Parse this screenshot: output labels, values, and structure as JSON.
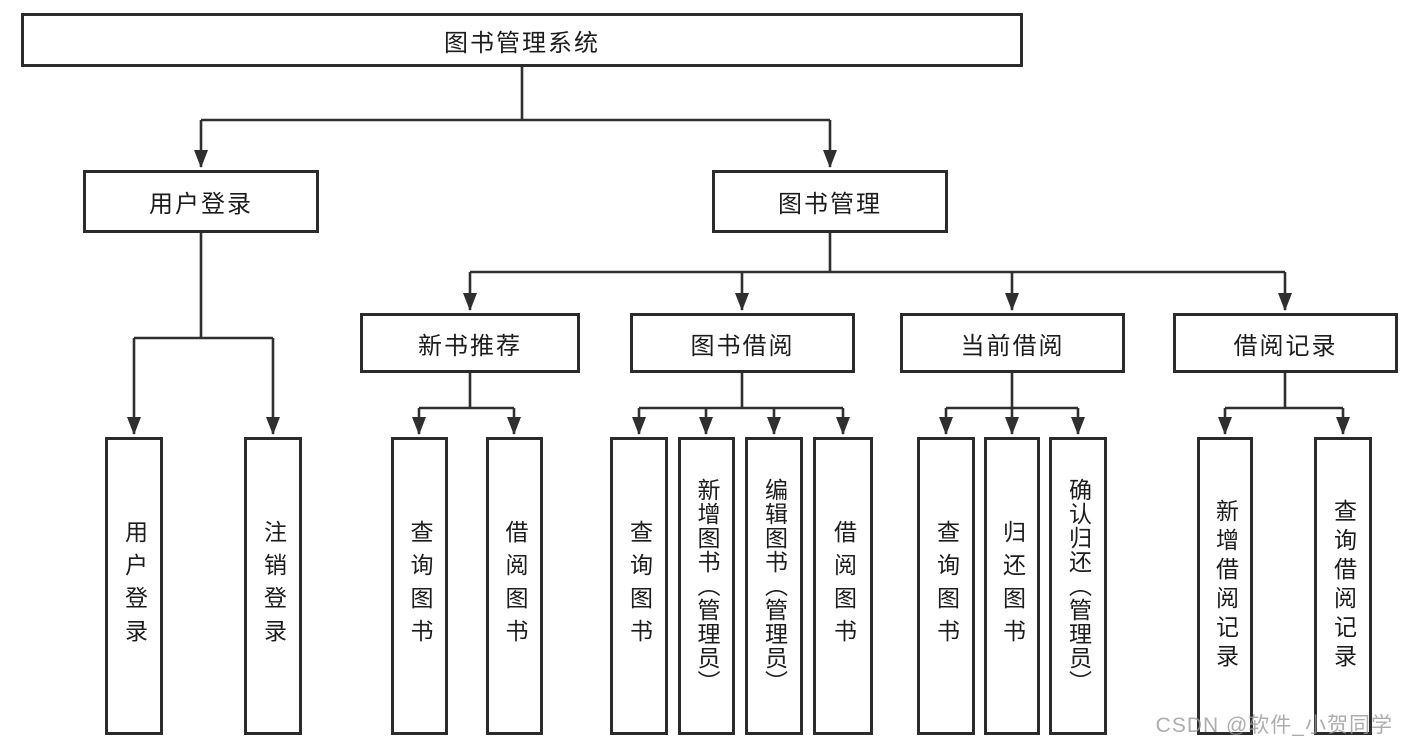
{
  "diagram": {
    "root": {
      "label": "图书管理系统"
    },
    "level2": [
      {
        "label": "用户登录"
      },
      {
        "label": "图书管理"
      }
    ],
    "level3": [
      {
        "label": "新书推荐"
      },
      {
        "label": "图书借阅"
      },
      {
        "label": "当前借阅"
      },
      {
        "label": "借阅记录"
      }
    ],
    "leaves": {
      "user_login": [
        "用户登录",
        "注销登录"
      ],
      "new_books": [
        "查询图书",
        "借阅图书"
      ],
      "book_borrow": [
        "查询图书",
        "新增图书（管理员）",
        "编辑图书（管理员）",
        "借阅图书"
      ],
      "current_borrow": [
        "查询图书",
        "归还图书",
        "确认归还（管理员）"
      ],
      "borrow_records": [
        "新增借阅记录",
        "查询借阅记录"
      ]
    }
  },
  "watermark": "CSDN @软件_小贺同学",
  "colors": {
    "line": "#333333",
    "border": "#2b2b2b",
    "text": "#1c1c1c",
    "watermark": "#989898",
    "background": "#ffffff"
  }
}
